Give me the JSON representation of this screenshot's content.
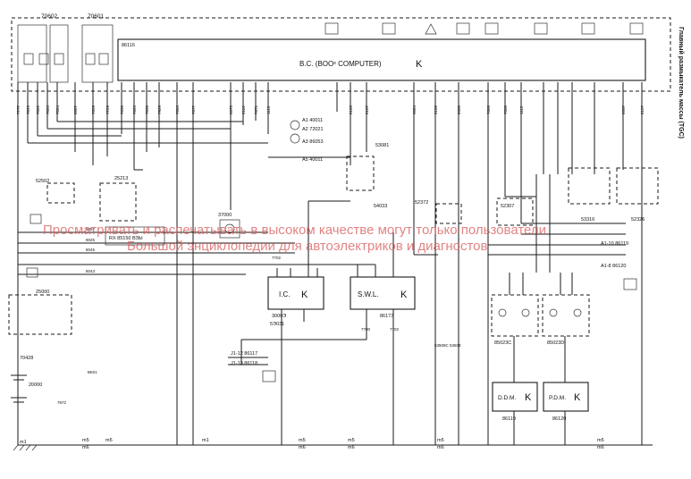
{
  "diagram": {
    "side_title": "Главный размыкатель массы (TGC)",
    "bc_label": "B.C. (BOOˣ COMPUTER)",
    "bc_ref": "86116",
    "ic_label": "I.C.",
    "ic_ref": "3000Э",
    "swl_label": "S.W.L.",
    "swl_ref": "86173",
    "ddm_label": "D.D.M.",
    "ddm_ref": "86119",
    "pdm_label": "P.D.M.",
    "pdm_ref": "86120",
    "watermark_line1": "Просматривать и распечатывать в высоком качестве могут только пользователи",
    "watermark_line2": "Большой энциклопедии для автоэлектриков и диагностов",
    "components_top": [
      "70602",
      "70601"
    ],
    "component_labels": [
      {
        "id": "52502",
        "text": "52502"
      },
      {
        "id": "25213",
        "text": "25213"
      },
      {
        "id": "25000",
        "text": "25000"
      },
      {
        "id": "70428",
        "text": "70428"
      },
      {
        "id": "20000",
        "text": "20000"
      },
      {
        "id": "85150",
        "text": "RX 85150 ВЗЫ"
      },
      {
        "id": "37000",
        "text": "37000"
      },
      {
        "id": "50031",
        "text": "5Э031"
      },
      {
        "id": "53081",
        "text": "53081"
      },
      {
        "id": "54033",
        "text": "54033"
      },
      {
        "id": "52372",
        "text": "52372"
      },
      {
        "id": "52307",
        "text": "52307"
      },
      {
        "id": "53316",
        "text": "53316"
      },
      {
        "id": "52326",
        "text": "52326"
      },
      {
        "id": "85023C",
        "text": "85023С"
      },
      {
        "id": "85023D",
        "text": "85023D"
      },
      {
        "id": "53508",
        "text": "53508С 53508"
      }
    ],
    "connector_labels": [
      "A1 40011",
      "A2 72021",
      "A3 86053",
      "A5 40011",
      "A1-10 86119",
      "A1-8 86120",
      "J1-12 86117",
      "J1-13 86118"
    ],
    "ground_labels": [
      "m1",
      "m5",
      "m6",
      "m5",
      "m1",
      "m5",
      "m6",
      "m5",
      "m6",
      "m5",
      "m6",
      "m5",
      "m6"
    ],
    "wire_codes": [
      "7777",
      "7825",
      "7822",
      "7823",
      "7824",
      "8887",
      "7659",
      "7729",
      "7630",
      "7623",
      "7630",
      "7929",
      "7603",
      "7677",
      "8075",
      "8110",
      "7671",
      "1112",
      "8105",
      "8107",
      "0084",
      "8106",
      "8008",
      "7608",
      "7608",
      "1113",
      "8007",
      "8157"
    ],
    "wire_labels_mid": [
      "8087",
      "8025",
      "8045",
      "8043",
      "ВК01",
      "7872",
      "7702",
      "7700",
      "7702"
    ]
  }
}
